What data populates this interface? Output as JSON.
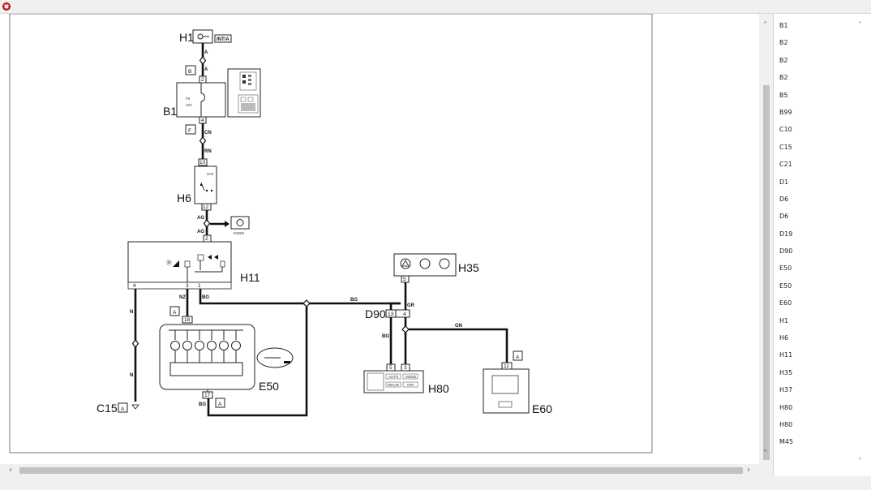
{
  "diagram": {
    "components": {
      "h1": {
        "name": "H1",
        "tag": "INT/A"
      },
      "b1": {
        "name": "B1",
        "fuse": "F5",
        "rating": "10A"
      },
      "h6": {
        "name": "H6",
        "tag": "2HC"
      },
      "h11": {
        "name": "H11"
      },
      "h35": {
        "name": "H35"
      },
      "e50": {
        "name": "E50"
      },
      "c15": {
        "name": "C15"
      },
      "d90": {
        "name": "D90"
      },
      "h80": {
        "name": "H80"
      },
      "e60": {
        "name": "E60"
      },
      "e3050": {
        "name": "E3050"
      }
    },
    "connector_letters": {
      "b": "B",
      "f": "F",
      "a1": "A",
      "a2": "A",
      "a3": "A",
      "a4": "A"
    },
    "wire_colors": {
      "a1": "A",
      "a2": "A",
      "cn": "CN",
      "rn": "RN",
      "ag1": "AG",
      "ag2": "AG",
      "n1": "N",
      "n2": "N",
      "nz": "NZ",
      "bg1": "BG",
      "bg2": "BG",
      "bg3": "BG",
      "bg4": "BG",
      "gr": "GR",
      "gn": "GN"
    },
    "pins": {
      "b1_in": "2",
      "b1_out": "4",
      "h6_in": "10",
      "h6_out": "12",
      "h11_in": "2",
      "h11_p4": "4",
      "h11_p3": "3",
      "h11_p1": "1",
      "e50_in": "18",
      "e50_out": "17",
      "h35_out": "5",
      "d90_13": "13",
      "d90_4": "4",
      "h80_5": "5",
      "h80_3": "3",
      "e60_in": "11"
    },
    "h80_buttons": [
      "AUTO",
      "MODE",
      "RECIR",
      "OFF"
    ]
  },
  "sidebar": {
    "items": [
      "B1",
      "B2",
      "B2",
      "B2",
      "B5",
      "B99",
      "C10",
      "C15",
      "C21",
      "D1",
      "D6",
      "D6",
      "D19",
      "D90",
      "E50",
      "E50",
      "E60",
      "H1",
      "H6",
      "H11",
      "H35",
      "H37",
      "H80",
      "H80",
      "M45"
    ]
  }
}
